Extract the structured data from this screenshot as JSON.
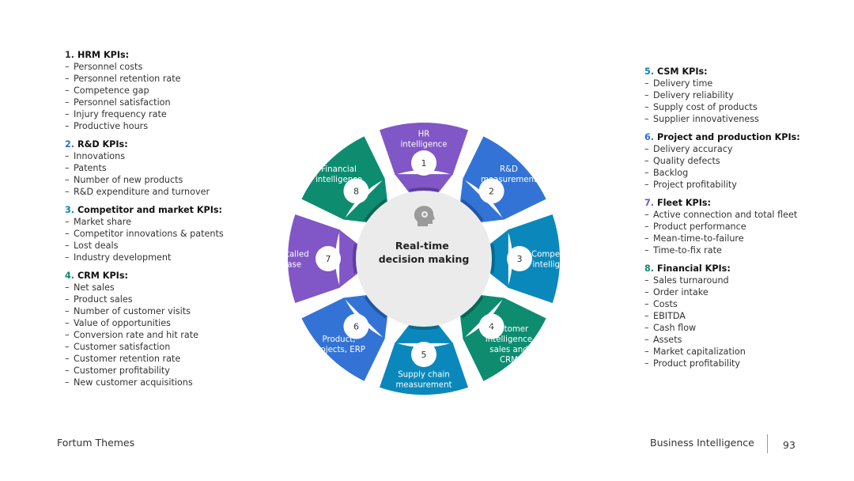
{
  "left_groups": [
    {
      "num": "1.",
      "title": "HRM KPIs:",
      "num_color": "#333333",
      "items": [
        "Personnel costs",
        "Personnel retention rate",
        "Competence gap",
        "Personnel satisfaction",
        "Injury frequency rate",
        "Productive hours"
      ]
    },
    {
      "num": "2.",
      "title": "R&D KPIs:",
      "num_color": "#2f6fd1",
      "items": [
        "Innovations",
        "Patents",
        "Number of new products",
        "R&D expenditure and turnover"
      ]
    },
    {
      "num": "3.",
      "title": "Competitor and market KPIs:",
      "num_color": "#0b86b8",
      "items": [
        "Market share",
        "Competitor innovations & patents",
        "Lost deals",
        "Industry development"
      ]
    },
    {
      "num": "4.",
      "title": "CRM KPIs:",
      "num_color": "#0e8a6f",
      "items": [
        "Net sales",
        "Product sales",
        "Number of customer visits",
        "Value of opportunities",
        "Conversion rate and hit rate",
        "Customer satisfaction",
        "Customer retention rate",
        "Customer profitability",
        "New customer acquisitions"
      ]
    }
  ],
  "right_groups": [
    {
      "num": "5.",
      "title": "CSM KPIs:",
      "num_color": "#0b86b8",
      "items": [
        "Delivery time",
        "Delivery reliability",
        "Supply cost of products",
        "Supplier innovativeness"
      ]
    },
    {
      "num": "6.",
      "title": "Project and production KPIs:",
      "num_color": "#2f6fd1",
      "items": [
        "Delivery accuracy",
        "Quality defects",
        "Backlog",
        "Project profitability"
      ]
    },
    {
      "num": "7.",
      "title": "Fleet KPIs:",
      "num_color": "#7b52c0",
      "items": [
        "Active connection and total fleet",
        "Product performance",
        "Mean-time-to-failure",
        "Time-to-fix rate"
      ]
    },
    {
      "num": "8.",
      "title": "Financial KPIs:",
      "num_color": "#0e8a6f",
      "items": [
        "Sales turnaround",
        "Order intake",
        "Costs",
        "EBITDA",
        "Cash flow",
        "Assets",
        "Market capitalization",
        "Product profitability"
      ]
    }
  ],
  "wheel": {
    "center": [
      "Real-time",
      "decision making"
    ],
    "center_icon": "head-gear-icon",
    "segments": [
      {
        "num": "1",
        "label": [
          "HR",
          "intelligence"
        ],
        "color": "#8156c6",
        "dark": "#5e3c9e"
      },
      {
        "num": "2",
        "label": [
          "R&D",
          "measurement"
        ],
        "color": "#3373d6",
        "dark": "#2355a6"
      },
      {
        "num": "3",
        "label": [
          "Competitive",
          "intelligence"
        ],
        "color": "#0a88bb",
        "dark": "#066a92"
      },
      {
        "num": "4",
        "label": [
          "Customer",
          "intelligence",
          "sales and",
          "CRM"
        ],
        "color": "#0d8c70",
        "dark": "#086653"
      },
      {
        "num": "5",
        "label": [
          "Supply chain",
          "measurement"
        ],
        "color": "#0a88bb",
        "dark": "#066a92"
      },
      {
        "num": "6",
        "label": [
          "Product,",
          "projects, ERP"
        ],
        "color": "#3373d6",
        "dark": "#2355a6"
      },
      {
        "num": "7",
        "label": [
          "Installed",
          "base"
        ],
        "color": "#8156c6",
        "dark": "#5e3c9e"
      },
      {
        "num": "8",
        "label": [
          "Financial",
          "intelligence"
        ],
        "color": "#0d8c70",
        "dark": "#086653"
      }
    ]
  },
  "footer": {
    "left": "Fortum Themes",
    "right": "Business Intelligence",
    "page": "93"
  }
}
